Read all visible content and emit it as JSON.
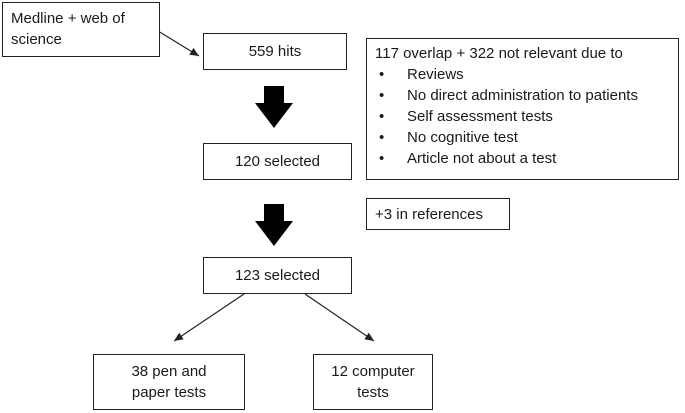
{
  "boxes": {
    "source": "Medline + web of science",
    "hits": "559 hits",
    "selected_120": "120 selected",
    "selected_123": "123 selected",
    "pen_paper": "38 pen and\npaper tests",
    "computer": "12 computer\ntests",
    "references": "+3 in references"
  },
  "exclusion": {
    "heading": "117 overlap + 322 not relevant due to",
    "bullet_symbol": "•",
    "reasons": [
      "Reviews",
      "No direct administration to patients",
      "Self assessment tests",
      "No cognitive test",
      "Article not about a test"
    ]
  }
}
